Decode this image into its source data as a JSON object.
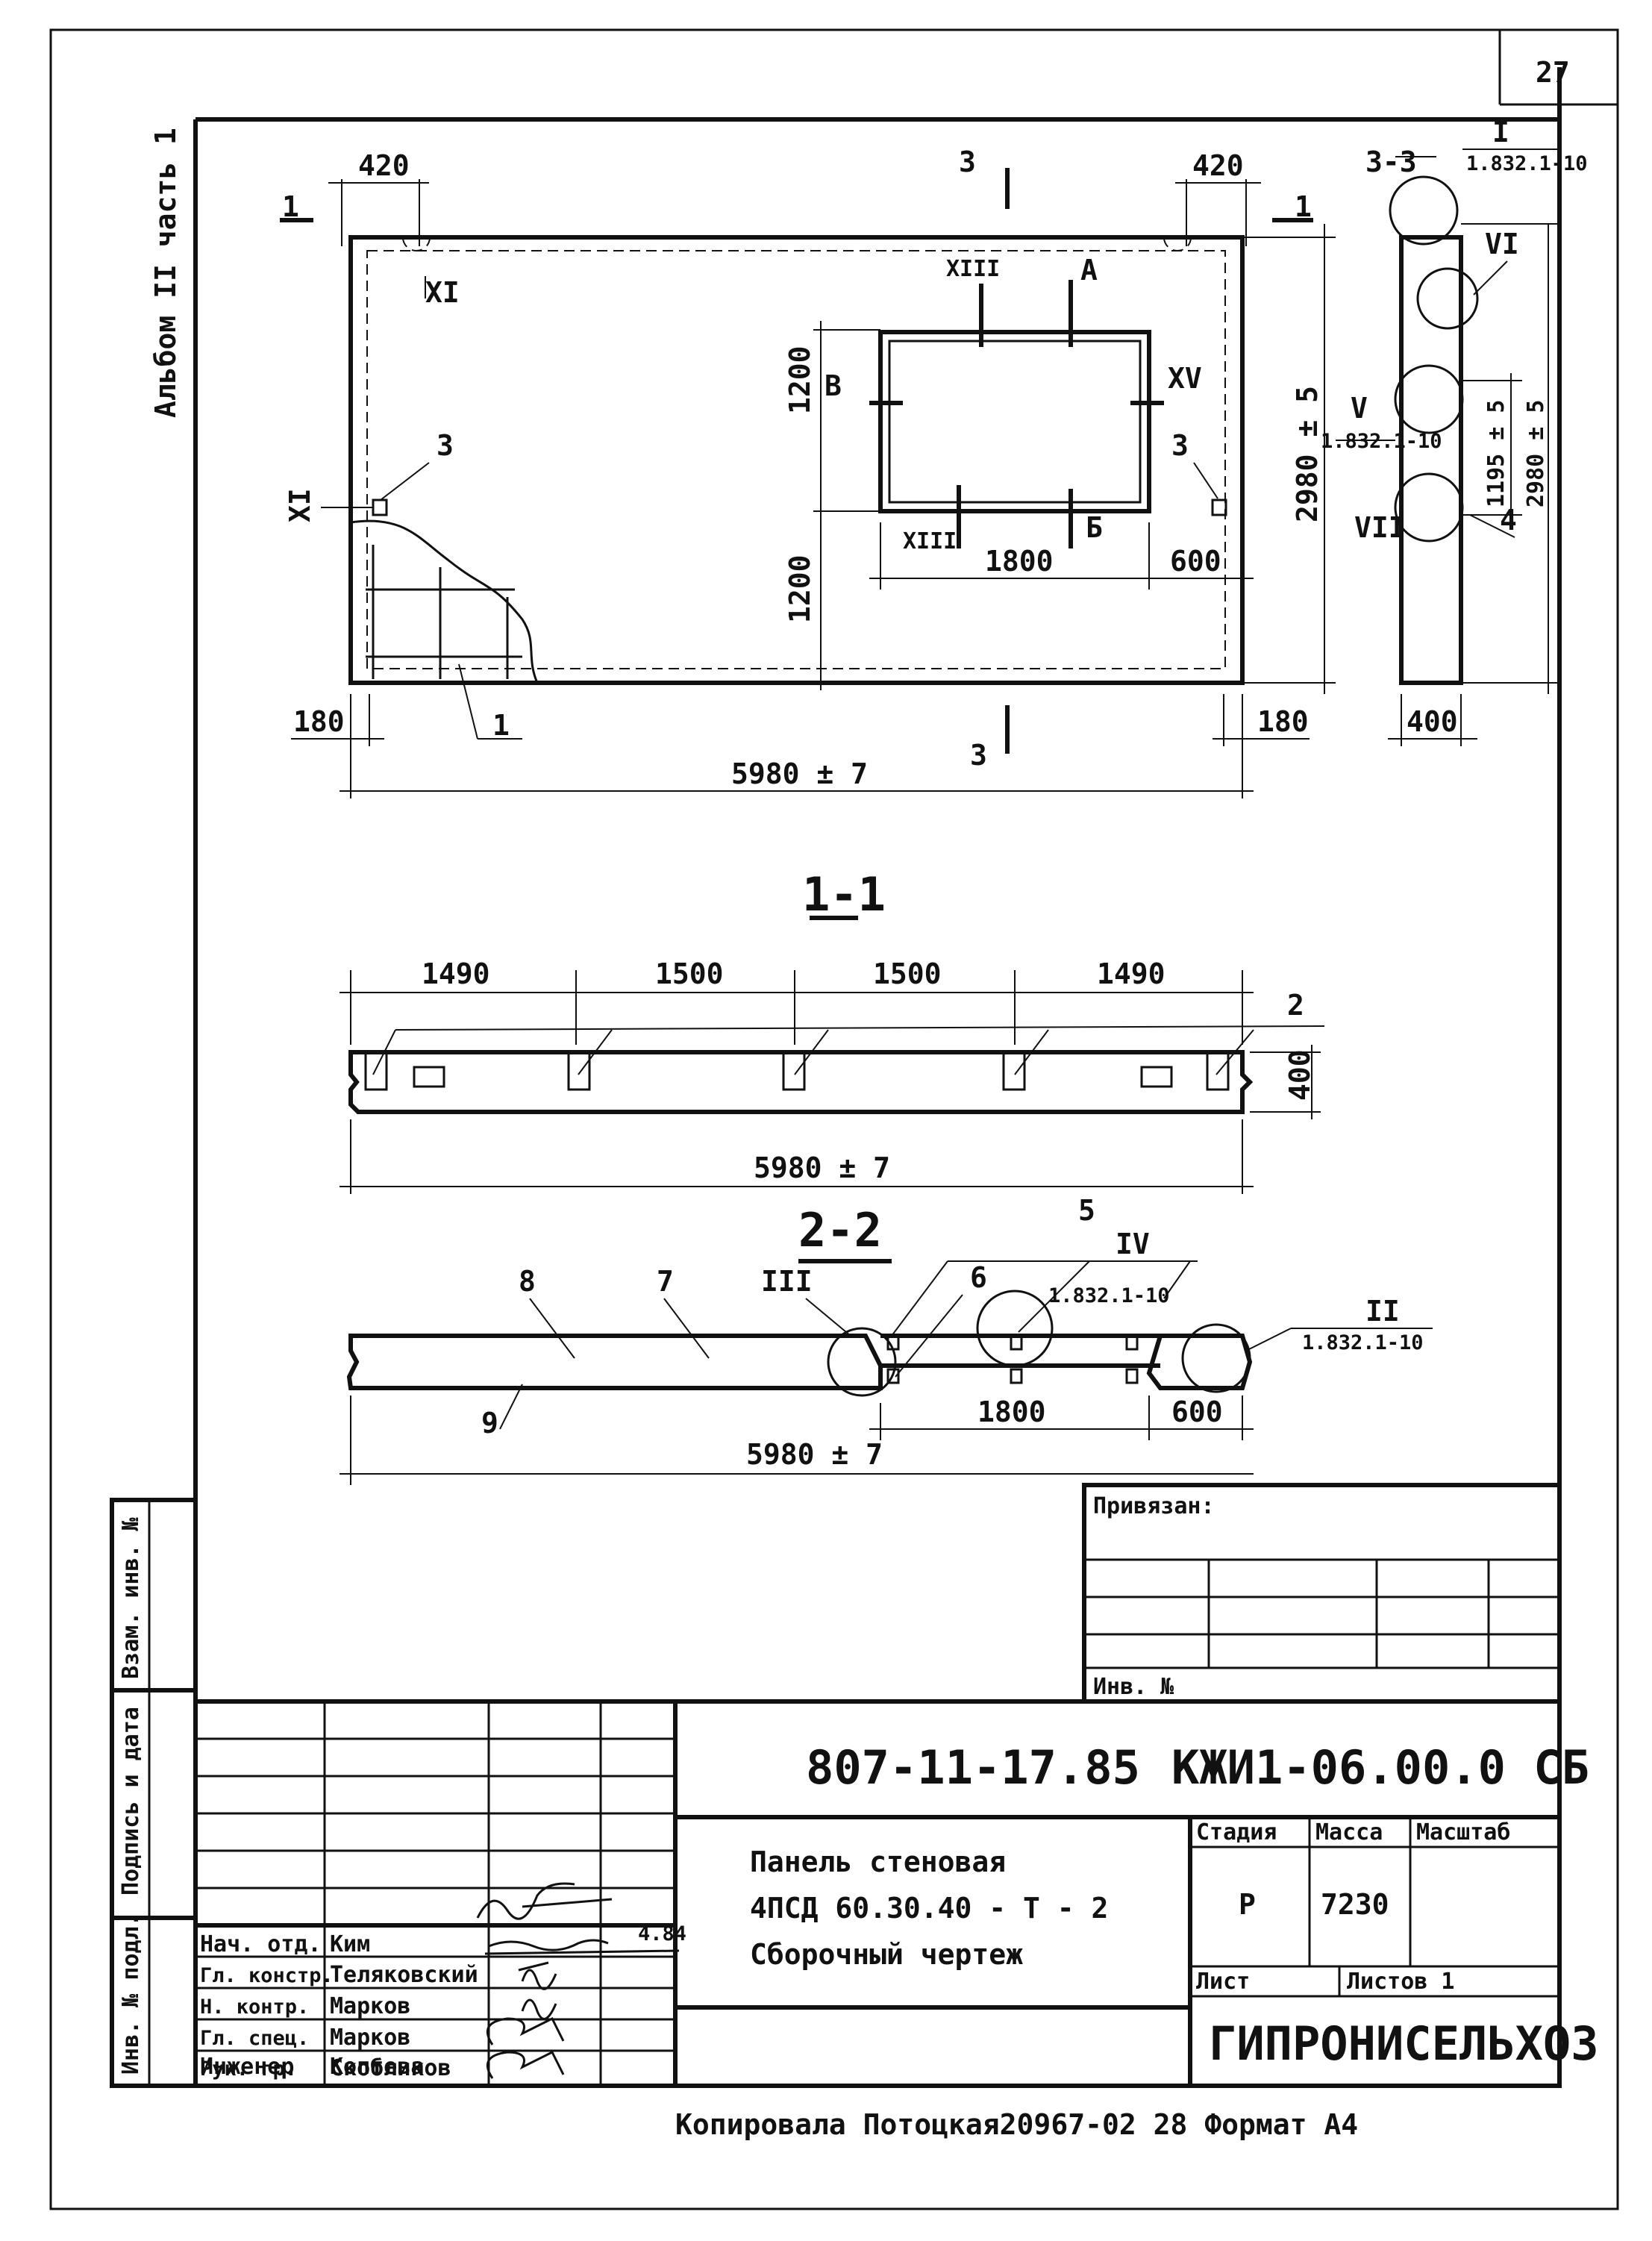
{
  "sheet": {
    "number": "27",
    "album": "Альбом II часть 1",
    "footer": "Копировала  Потоцкая20967-02  28 Формат А4"
  },
  "plan": {
    "section_marks": [
      "1",
      "1",
      "3",
      "3"
    ],
    "dim_left": "420",
    "dim_right": "420",
    "dim_h_top": "1200",
    "dim_h_bot": "1200",
    "dim_opening_w": "1800",
    "dim_opening_r": "600",
    "dim_edge_l": "180",
    "dim_edge_r": "180",
    "dim_total": "5980 ± 7",
    "dim_height": "2980 ± 5",
    "roman_labels": [
      "XI",
      "XI",
      "XIII",
      "XIII",
      "XV",
      "А",
      "Б",
      "В"
    ],
    "position_marks": [
      "3",
      "3",
      "1"
    ]
  },
  "section_33": {
    "title": "3-3",
    "node_refs": [
      {
        "num": "I",
        "ref": "1.832.1-10"
      },
      {
        "num": "V",
        "ref": "1.832.1-10"
      }
    ],
    "labels": [
      "VI",
      "VII",
      "4"
    ],
    "dims": [
      "1195 ± 5",
      "2980 ± 5",
      "400"
    ]
  },
  "section_11": {
    "title": "1-1",
    "dims": [
      "1490",
      "1500",
      "1500",
      "1490"
    ],
    "total": "5980 ± 7",
    "thickness": "400",
    "pos": "2"
  },
  "section_22": {
    "title": "2-2",
    "positions": [
      "8",
      "7",
      "III",
      "6",
      "5",
      "9"
    ],
    "node_refs": [
      {
        "num": "IV",
        "ref": "1.832.1-10"
      },
      {
        "num": "II",
        "ref": "1.832.1-10"
      }
    ],
    "dims": [
      "1800",
      "600"
    ],
    "total": "5980 ± 7"
  },
  "binding": {
    "title": "Привязан:",
    "inv": "Инв. №"
  },
  "left_strip": [
    "Инв. № подл.",
    "Подпись и дата",
    "Взам. инв. №"
  ],
  "title_block": {
    "code": "807-11-17.85",
    "designation": "КЖИ1-06.00.0 СБ",
    "name_lines": [
      "Панель стеновая",
      "4ПСД 60.30.40 - Т - 2",
      "Сборочный чертеж"
    ],
    "stage_label": "Стадия",
    "mass_label": "Масса",
    "scale_label": "Масштаб",
    "stage": "Р",
    "mass": "7230",
    "sheet_label": "Лист",
    "sheets_label": "Листов 1",
    "org": "ГИПРОНИСЕЛЬХОЗ",
    "date": "4.84",
    "people": [
      {
        "role": "Нач. отд.",
        "name": "Ким"
      },
      {
        "role": "Гл. констр.",
        "name": "Теляковский"
      },
      {
        "role": "Н. контр.",
        "name": "Марков"
      },
      {
        "role": "Гл. спец.",
        "name": "Марков"
      },
      {
        "role": "Рук. гр.",
        "name": "Скобликов"
      },
      {
        "role": "Инженер",
        "name": "Коптева"
      }
    ]
  }
}
